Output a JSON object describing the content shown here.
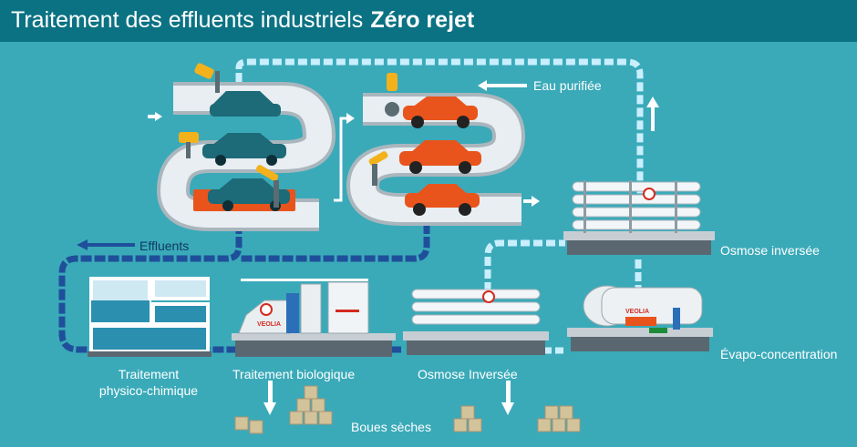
{
  "header": {
    "title_main": "Traitement des effluents industriels",
    "title_bold": "Zéro rejet"
  },
  "labels": {
    "eau_purifiee": "Eau purifiée",
    "effluents": "Effluents",
    "osmose_inversee_top": "Osmose inversée",
    "evapo": "Évapo-concentration",
    "physico_line1": "Traitement",
    "physico_line2": "physico-chimique",
    "biologique": "Traitement biologique",
    "osmose_inversee_bottom": "Osmose Inversée",
    "boues": "Boues sèches"
  },
  "logos": {
    "veolia": "VEOLIA"
  },
  "colors": {
    "background": "#3aaab9",
    "header": "#0b7283",
    "effluent_pipe": "#1f4f9a",
    "purified_pipe": "#dff6ff",
    "car_orange": "#e8541c",
    "car_teal": "#1d6a78",
    "robot_yellow": "#f3b21b",
    "veolia_red": "#d42a20"
  }
}
